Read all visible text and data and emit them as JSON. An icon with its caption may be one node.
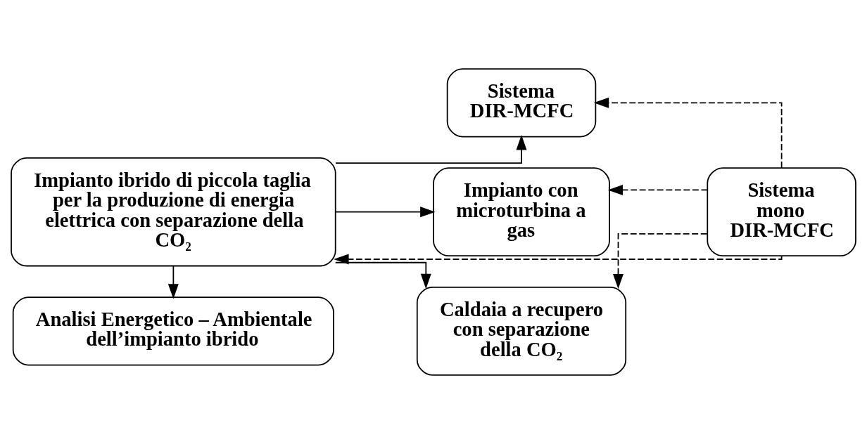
{
  "diagram": {
    "nodes": [
      {
        "text": [
          "Impianto ibrido di piccola taglia per la produzione di energia elettrica con separazione della CO₂"
        ]
      },
      {
        "text": [
          "Analisi Energetico – Ambientale dell’impianto ibrido"
        ]
      },
      {
        "text": [
          "Sistema DIR-MCFC"
        ]
      },
      {
        "text": [
          "Impianto con microturbina a gas"
        ]
      },
      {
        "text": [
          "Caldaia a recupero con separazione della CO₂"
        ]
      },
      {
        "text": [
          "Sistema mono DIR-MCFC"
        ]
      }
    ],
    "edges": [
      {
        "from": 0,
        "to": 1,
        "arrow": "to"
      },
      {
        "from": 0,
        "to": 2,
        "arrow": "to"
      },
      {
        "from": 0,
        "to": 3,
        "arrow": "to"
      },
      {
        "from": 0,
        "to": 4,
        "arrow": "to"
      },
      {
        "from": 5,
        "to": 0,
        "arrow": "to",
        "style": "dashed"
      },
      {
        "from": 5,
        "to": 2,
        "arrow": "to",
        "style": "dashed"
      },
      {
        "from": 5,
        "to": 3,
        "arrow": "to",
        "style": "dashed"
      },
      {
        "from": 5,
        "to": 4,
        "arrow": "to",
        "style": "dashed"
      }
    ]
  }
}
